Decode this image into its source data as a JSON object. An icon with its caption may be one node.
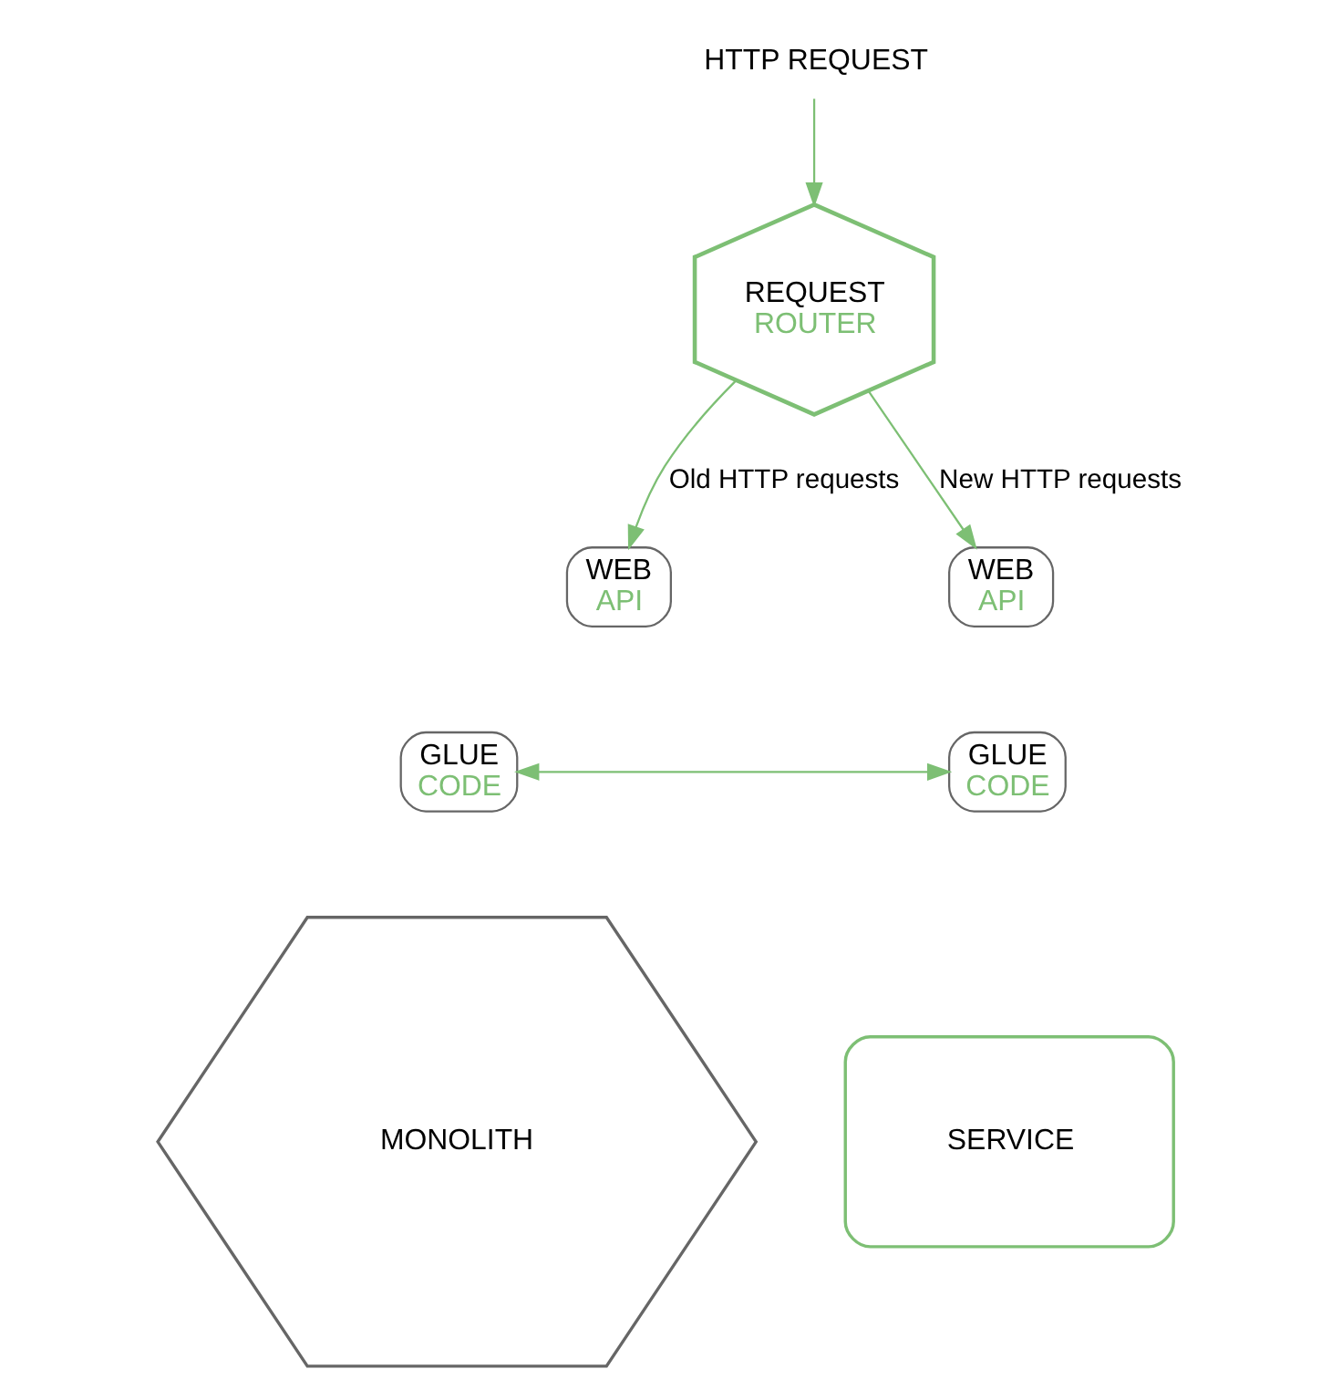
{
  "diagram": {
    "nodes": [
      {
        "text": [
          "HTTP REQUEST"
        ]
      },
      {
        "text": [
          "REQUEST",
          "ROUTER"
        ]
      },
      {
        "text": [
          "WEB",
          "API"
        ]
      },
      {
        "text": [
          "GLUE",
          "CODE"
        ]
      },
      {
        "text": [
          "MONOLITH"
        ]
      },
      {
        "text": [
          "GLUE",
          "CODE"
        ]
      },
      {
        "text": [
          "WEB",
          "API"
        ]
      },
      {
        "text": [
          "SERVICE"
        ]
      }
    ],
    "edges": [
      {
        "from": 0,
        "to": 1,
        "arrow": "to"
      },
      {
        "from": 1,
        "to": 2,
        "arrow": "to",
        "label": "Old HTTP requests"
      },
      {
        "from": 1,
        "to": 6,
        "arrow": "to",
        "label": "New HTTP requests"
      },
      {
        "from": 3,
        "to": 5,
        "arrow": "both"
      }
    ]
  }
}
